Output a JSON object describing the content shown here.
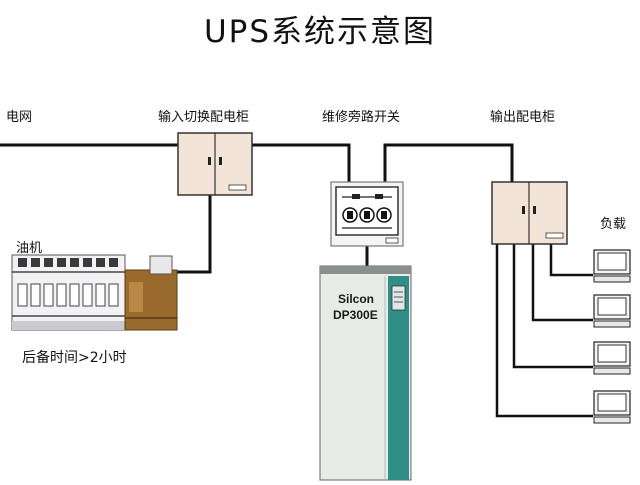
{
  "title": "UPS系统示意图",
  "labels": {
    "grid": "电网",
    "input_cabinet": "输入切换配电柜",
    "bypass_switch": "维修旁路开关",
    "output_cabinet": "输出配电柜",
    "generator": "油机",
    "backup_time": "后备时间>2小时",
    "load": "负载"
  },
  "ups": {
    "brand_line1": "Silcon",
    "brand_line2": "DP300E"
  },
  "colors": {
    "cabinet_fill": "#f2e4d6",
    "ups_body": "#e7eae7",
    "ups_accent": "#2f8f87",
    "generator_engine": "#9a6a2c",
    "line": "#111111"
  },
  "icons": {
    "cabinet": "distribution-cabinet-icon",
    "switch": "bypass-switch-icon",
    "generator": "diesel-generator-icon",
    "load": "computer-terminal-icon"
  }
}
